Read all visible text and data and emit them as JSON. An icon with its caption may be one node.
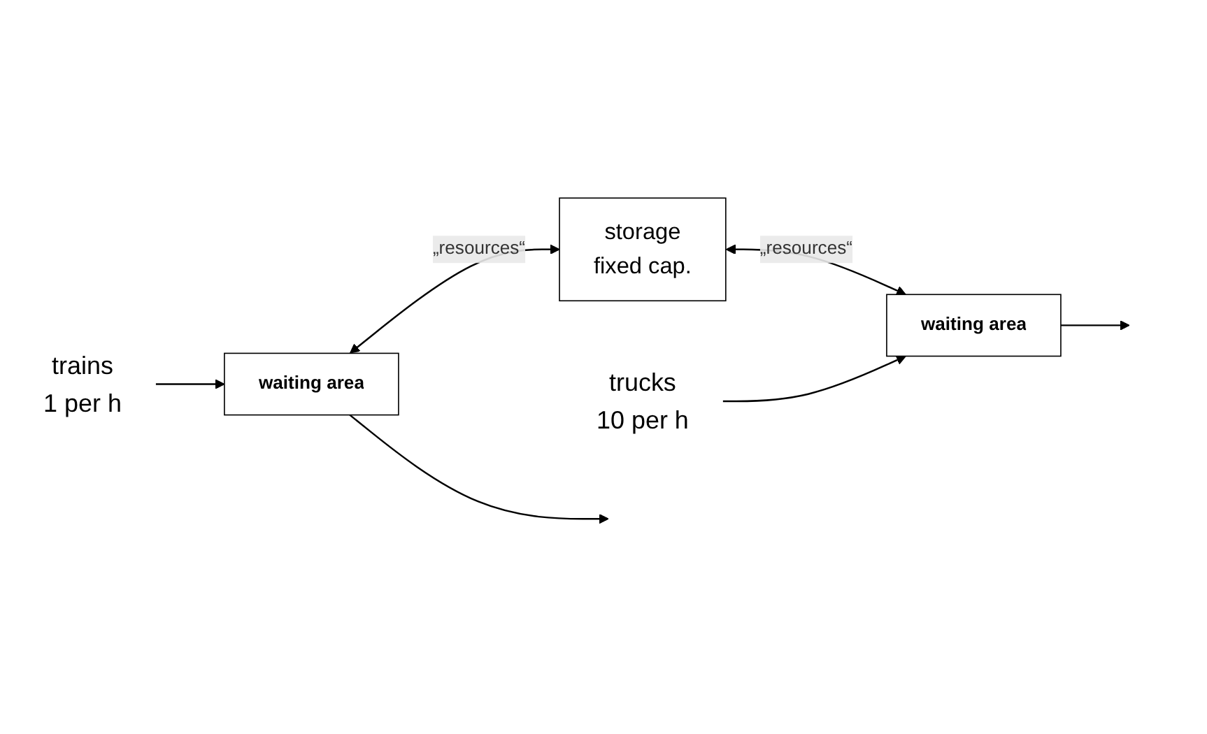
{
  "diagram": {
    "nodes": [
      {
        "text": [
          "trains"
        ],
        "beside": [
          "1 per h"
        ]
      },
      {
        "text": [
          "waiting area"
        ]
      },
      {
        "text": [
          "storage",
          "fixed cap."
        ]
      },
      {
        "text": [
          "trucks"
        ],
        "beside": [
          "10 per h"
        ]
      },
      {
        "text": [
          "waiting area"
        ]
      }
    ],
    "edges": [
      {
        "from": 0,
        "to": 1,
        "arrow": "to"
      },
      {
        "from": 1,
        "to": null,
        "arrow": "to"
      },
      {
        "from": 1,
        "to": 2,
        "arrow": "both",
        "label": "„resources“"
      },
      {
        "from": 2,
        "to": 4,
        "arrow": "both",
        "label": "„resources“"
      },
      {
        "from": 3,
        "to": 4,
        "arrow": "to"
      },
      {
        "from": 4,
        "to": null,
        "arrow": "to"
      }
    ]
  }
}
